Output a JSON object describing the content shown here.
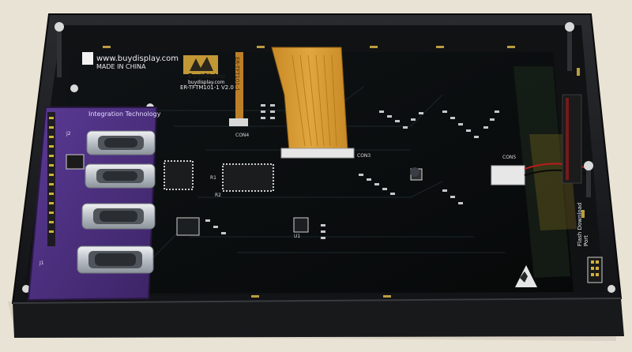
{
  "photo": {
    "board_brand_url": "www.buydisplay.com",
    "made_in": "MADE IN CHINA",
    "logo_text": "EastRising",
    "logo_subtext": "buydisplay.com",
    "model_code": "ER-TFTM101-1 V2.0",
    "flex_label": "ER-TFT101-1",
    "adapter_label": "Integration Technology",
    "side_label": "Flash Download Port",
    "silkscreen": {
      "con4": "CON4",
      "con3": "CON3",
      "con5": "CON5",
      "r1": "R1",
      "r2": "R2",
      "u1": "U1",
      "j1": "J1",
      "j2": "J2"
    }
  },
  "colors": {
    "background": "#e9e3d6",
    "enclosure": "#1b1c1f",
    "pcb": "#0e1112",
    "adapter_pcb": "#4b2f7d",
    "flex_cable": "#d69a2c",
    "connector_metal": "#c9cdd2"
  }
}
